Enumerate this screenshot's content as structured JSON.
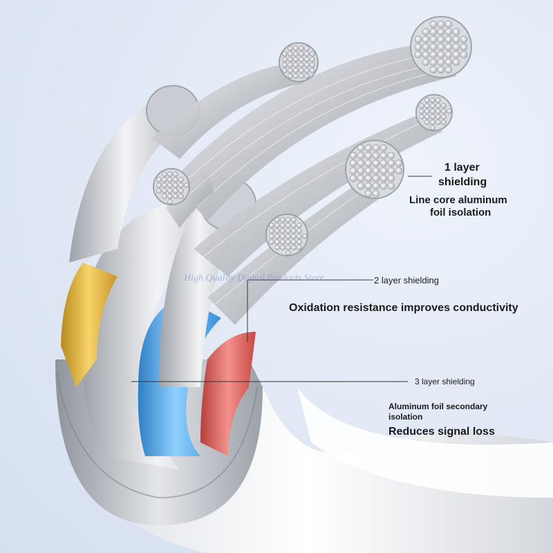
{
  "labels": {
    "layer1_title_line1": "1 layer",
    "layer1_title_line2": "shielding",
    "layer1_desc_line1": "Line core aluminum",
    "layer1_desc_line2": "foil isolation",
    "layer2_title": "2 layer shielding",
    "layer2_desc": "Oxidation resistance improves conductivity",
    "layer3_title": "3 layer shielding",
    "layer3_desc_line1": "Aluminum foil secondary",
    "layer3_desc_line2": "isolation",
    "layer3_benefit": "Reduces signal loss"
  },
  "watermark": "High Quality Digital Products Store",
  "colors": {
    "background": "#e3eaf6",
    "yellow_wire": "#e2b83c",
    "blue_wire": "#4aa3e6",
    "red_wire": "#e0605a",
    "silver": "#c8ccd2",
    "jacket": "#f4f5f7"
  }
}
